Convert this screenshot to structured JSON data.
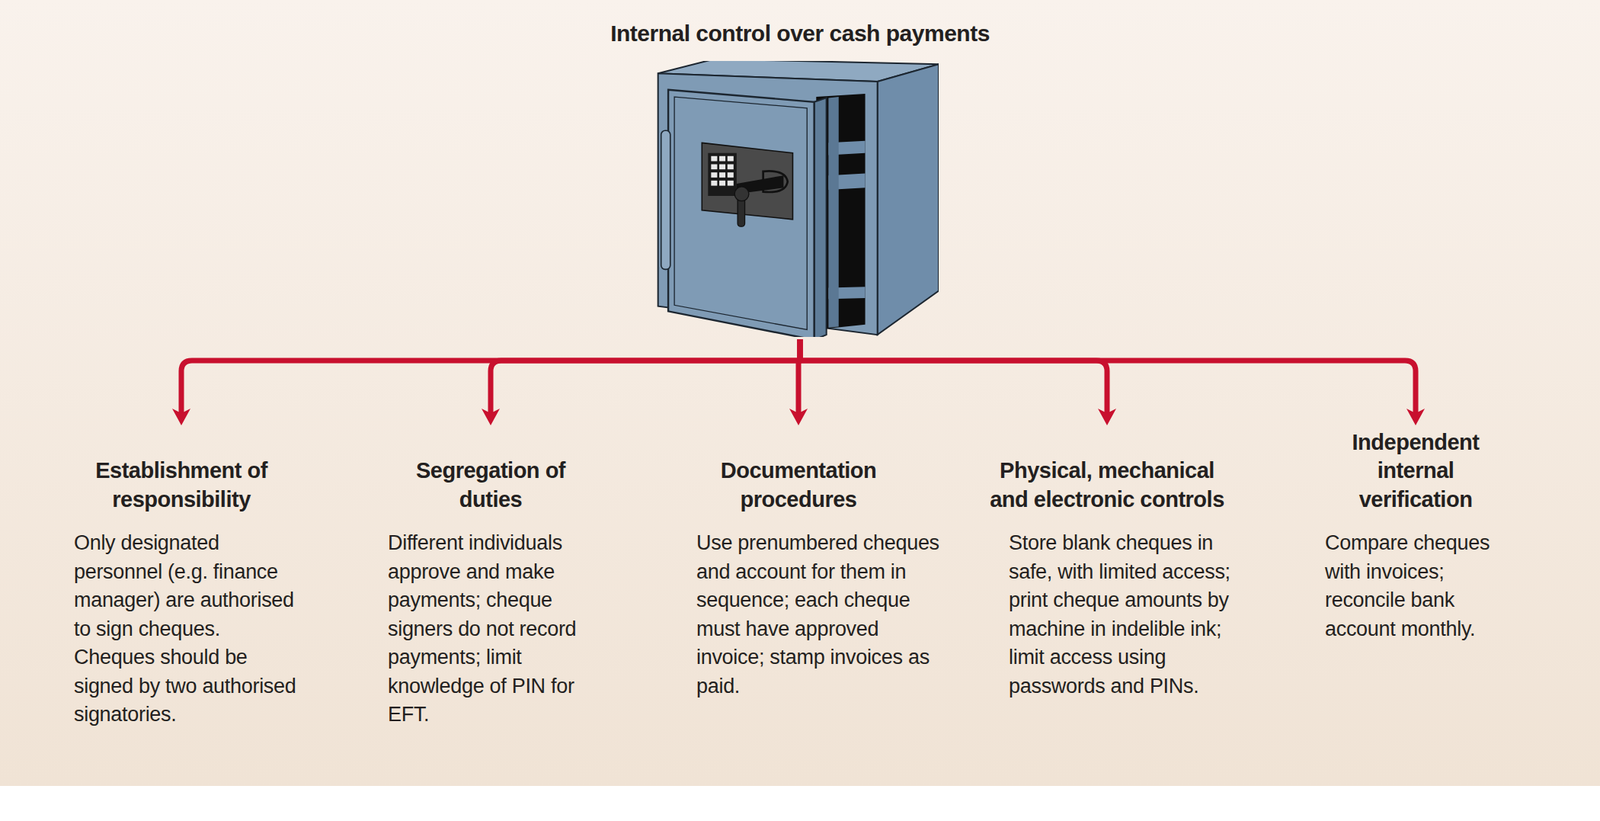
{
  "diagram": {
    "nodes": [
      {
        "text": [
          "Internal control over cash payments"
        ]
      },
      {
        "text": [
          "Establishment of responsibility",
          "Only designated personnel (e.g. finance manager) are authorised to sign cheques. Cheques should be signed by two authorised signatories."
        ]
      },
      {
        "text": [
          "Segregation of duties",
          "Different individuals approve and make payments; cheque signers do not record payments; limit knowledge of PIN for EFT."
        ]
      },
      {
        "text": [
          "Documentation procedures",
          "Use prenumbered cheques and account for them in sequence; each cheque must have approved invoice; stamp invoices as paid."
        ]
      },
      {
        "text": [
          "Physical, mechanical and electronic controls",
          "Store blank cheques in safe, with limited access; print cheque amounts by machine in indelible ink; limit access using passwords and PINs."
        ]
      },
      {
        "text": [
          "Independent internal verification",
          "Compare cheques with invoices; reconcile bank account monthly."
        ]
      }
    ],
    "edges": [
      {
        "from": 0,
        "to": 1,
        "arrow": "to"
      },
      {
        "from": 0,
        "to": 2,
        "arrow": "to"
      },
      {
        "from": 0,
        "to": 3,
        "arrow": "to"
      },
      {
        "from": 0,
        "to": 4,
        "arrow": "to"
      },
      {
        "from": 0,
        "to": 5,
        "arrow": "to"
      }
    ]
  }
}
